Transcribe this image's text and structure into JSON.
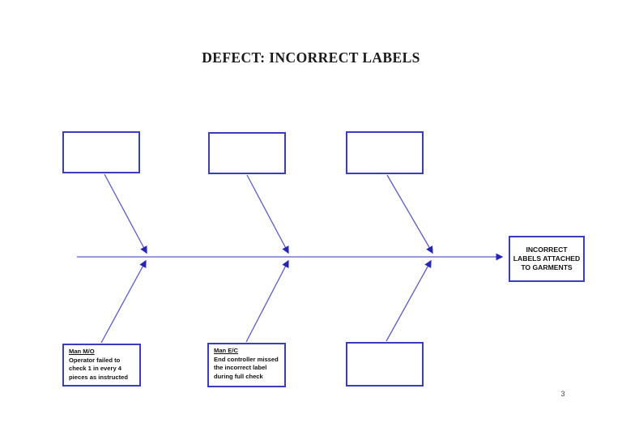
{
  "title": "DEFECT: INCORRECT LABELS",
  "page_number": "3",
  "colors": {
    "line": "#5a5ac8",
    "arrow": "#2626b2",
    "box_border": "#3c3cc0"
  },
  "effect_box": {
    "text": "INCORRECT LABELS ATTACHED TO GARMENTS"
  },
  "cause_boxes": {
    "top": [
      {
        "text": ""
      },
      {
        "text": ""
      },
      {
        "text": ""
      }
    ],
    "bottom": [
      {
        "heading": "Man M/O",
        "detail": "Operator failed to check 1 in every 4 pieces as instructed"
      },
      {
        "heading": "Man E/C",
        "detail": "End controller missed the incorrect label during full check"
      },
      {
        "heading": "",
        "detail": ""
      }
    ]
  }
}
